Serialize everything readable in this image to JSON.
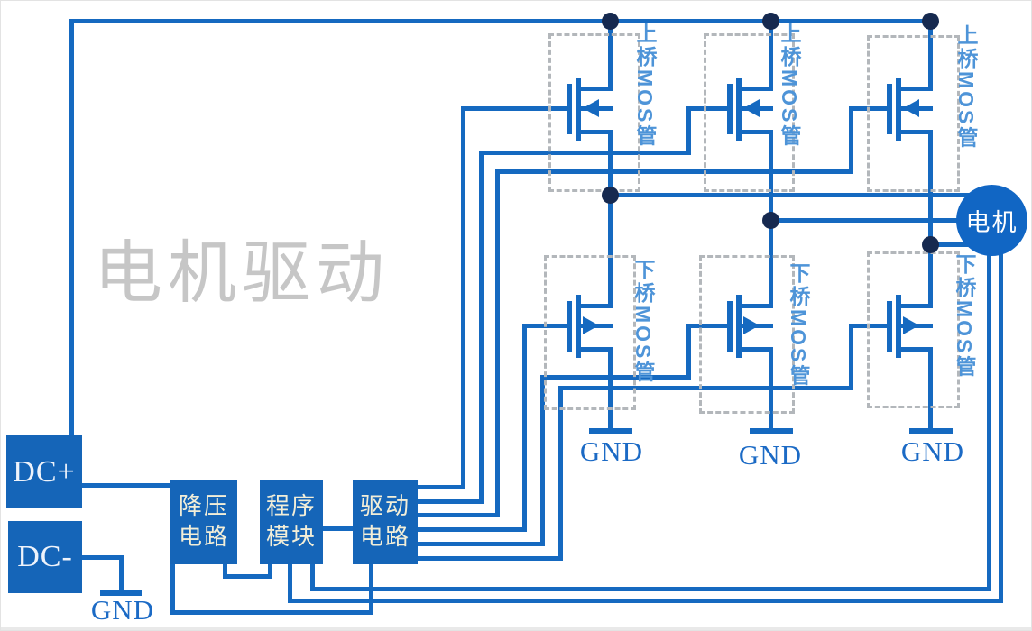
{
  "diagram": {
    "watermark": "电机驱动",
    "colors": {
      "wire": "#1569c0",
      "box": "#1565b8",
      "dot": "#16294f",
      "dashed": "#b3b7bb",
      "label_blue": "#4e94d8",
      "gnd_text": "#1b6ac5",
      "box_text": "#f2eed8",
      "watermark_gray": "#c6c6c6",
      "motor": "#1166c4"
    },
    "blocks": {
      "dc_plus": "DC+",
      "dc_minus": "DC-",
      "buck": {
        "line1": "降压",
        "line2": "电路"
      },
      "program": {
        "line1": "程序",
        "line2": "模块"
      },
      "driver": {
        "line1": "驱动",
        "line2": "电路"
      },
      "motor": "电机"
    },
    "labels": {
      "hs_mos": "上桥MOS管",
      "ls_mos": "下桥MOS管",
      "gnd": "GND"
    }
  }
}
